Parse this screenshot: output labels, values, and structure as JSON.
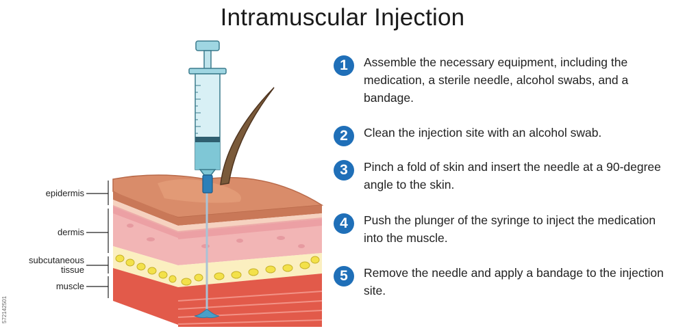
{
  "title": "Intramuscular Injection",
  "layers": {
    "epidermis": "epidermis",
    "dermis": "dermis",
    "subcutaneous": "subcutaneous\ntissue",
    "muscle": "muscle"
  },
  "steps": [
    {
      "number": "1",
      "text": "Assemble the necessary equipment, including the medication, a sterile needle, alcohol swabs, and a bandage."
    },
    {
      "number": "2",
      "text": "Clean the injection site with an alcohol swab."
    },
    {
      "number": "3",
      "text": "Pinch a fold of skin and insert the needle at a 90-degree angle to the skin."
    },
    {
      "number": "4",
      "text": "Push the plunger of the syringe to inject the medication into the muscle."
    },
    {
      "number": "5",
      "text": "Remove the needle and apply a bandage to the injection site."
    }
  ],
  "side_id": "572142501",
  "colors": {
    "step_badge": "#1f6fb8",
    "skin_top": "#d98c6a",
    "dermis": "#f2b5b5",
    "fat": "#f3e14a",
    "muscle": "#e25a4a",
    "syringe": "#9fd6e2"
  }
}
